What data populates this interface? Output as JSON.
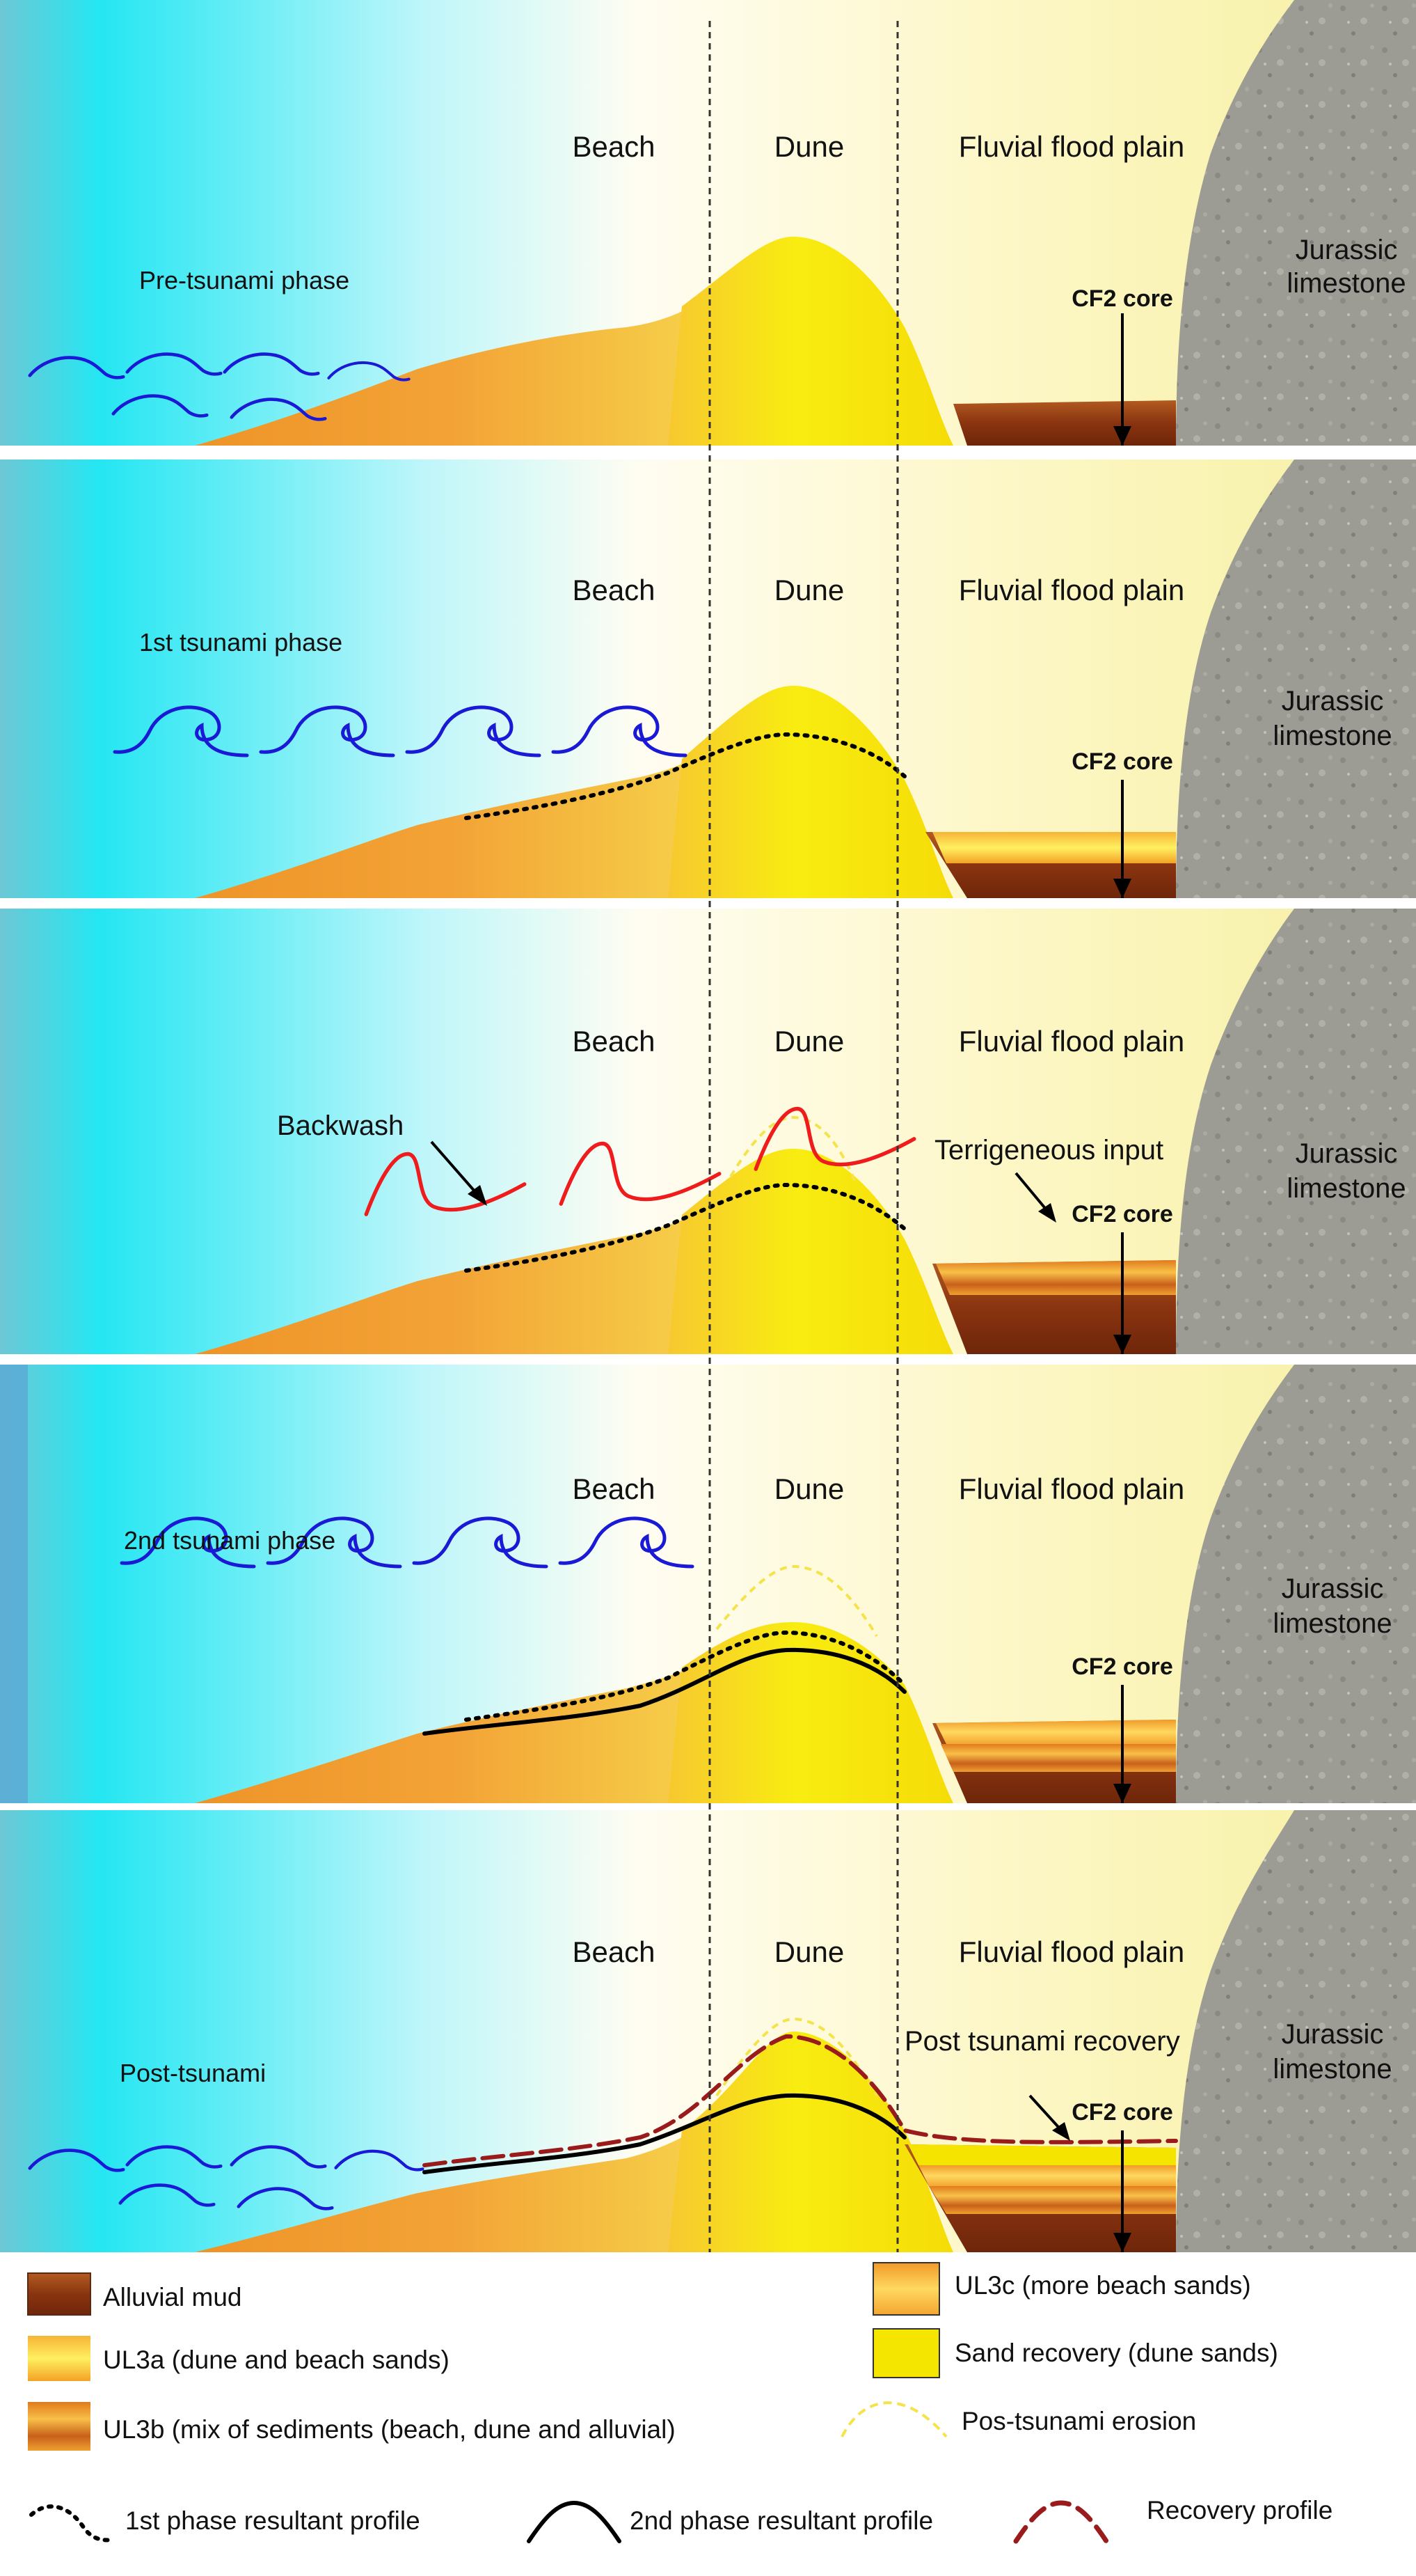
{
  "zones": {
    "beach": "Beach",
    "dune": "Dune",
    "floodplain": "Fluvial flood plain"
  },
  "rock_label": {
    "line1": "Jurassic",
    "line2": "limestone"
  },
  "core_label": "CF2 core",
  "phases": [
    {
      "title": "Pre-tsunami phase"
    },
    {
      "title": "1st tsunami phase"
    },
    {
      "title": "",
      "annot_backwash": "Backwash",
      "annot_terrigeneous": "Terrigeneous input"
    },
    {
      "title": "2nd tsunami phase"
    },
    {
      "title": "Post-tsunami",
      "annot_recovery": "Post tsunami recovery"
    }
  ],
  "legend": {
    "alluvial_mud": "Alluvial mud",
    "ul3a": "UL3a (dune and beach sands)",
    "ul3b": "UL3b (mix of sediments (beach, dune and alluvial)",
    "ul3c": "UL3c (more beach sands)",
    "sand_recovery": "Sand recovery (dune sands)",
    "pos_erosion": "Pos-tsunami erosion",
    "profile1": "1st phase resultant profile",
    "profile2": "2nd phase resultant profile",
    "recovery_profile": "Recovery profile"
  },
  "colors": {
    "sea": "#1fe0f0",
    "sand": "#f2a030",
    "dune": "#f5e600",
    "mud": "#8b3a12",
    "rock": "#9a9a92",
    "wave_blue": "#1a1ad6",
    "wave_red": "#ee1c1c",
    "recovery": "#9a1b1b"
  }
}
